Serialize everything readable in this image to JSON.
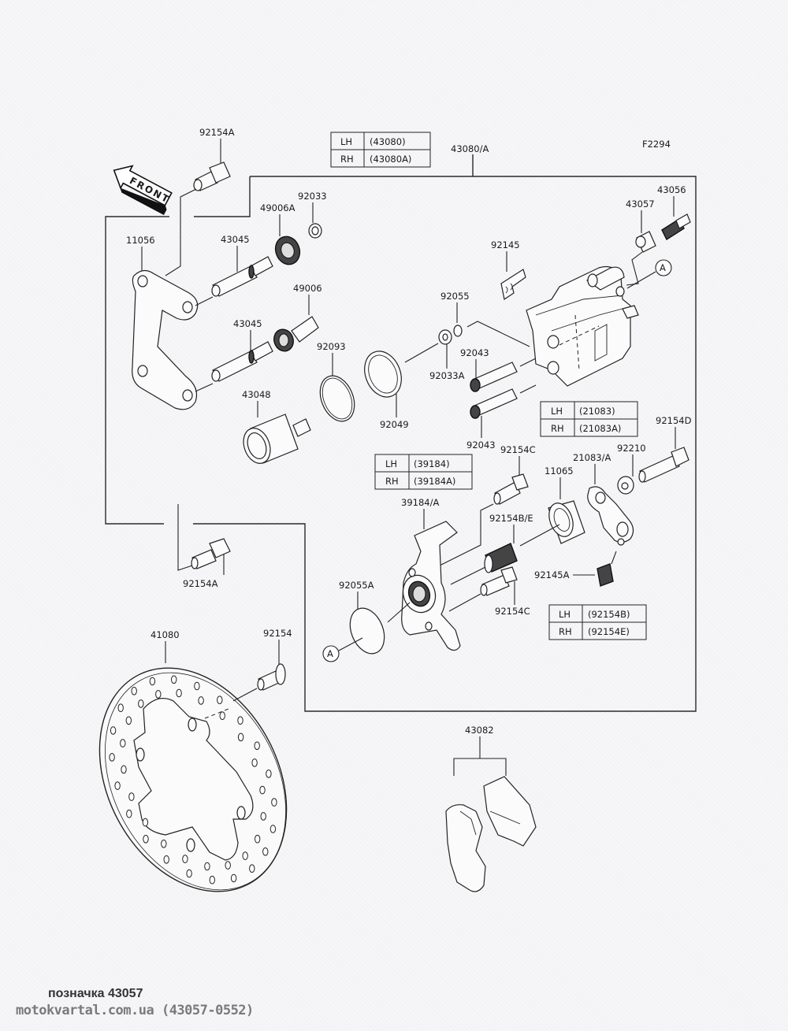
{
  "figure_code": "F2294",
  "front_arrow_label": "FRONT",
  "assembly_label": "43080/A",
  "ref_marker": "A",
  "tables": {
    "caliper": {
      "rows": [
        {
          "side": "LH",
          "part": "(43080)"
        },
        {
          "side": "RH",
          "part": "(43080A)"
        }
      ]
    },
    "bracket": {
      "rows": [
        {
          "side": "LH",
          "part": "(21083)"
        },
        {
          "side": "RH",
          "part": "(21083A)"
        }
      ]
    },
    "lever": {
      "rows": [
        {
          "side": "LH",
          "part": "(39184)"
        },
        {
          "side": "RH",
          "part": "(39184A)"
        }
      ]
    },
    "bolt": {
      "rows": [
        {
          "side": "LH",
          "part": "(92154B)"
        },
        {
          "side": "RH",
          "part": "(92154E)"
        }
      ]
    }
  },
  "parts": {
    "bolt_top": "92154A",
    "bolt_bottom": "92154A",
    "holder": "11056",
    "pin_upper": "43045",
    "pin_lower": "43045",
    "boot_a": "49006A",
    "boot": "49006",
    "cap": "92033",
    "piston": "43048",
    "seal": "92093",
    "dust_seal": "92049",
    "oring": "92055",
    "washer": "92033A",
    "pad_pin_upper": "92043",
    "pad_pin_lower": "92043",
    "spring_plate": "92145",
    "bleeder_cap": "43057",
    "bleeder_valve": "43056",
    "bracket": "21083/A",
    "collar": "92210",
    "bolt_d": "92154D",
    "bolt_c_top": "92154C",
    "bolt_c_bottom": "92154C",
    "cup": "11065",
    "adjuster": "92154B/E",
    "spring": "92145A",
    "lever": "39184/A",
    "oring_a": "92055A",
    "disc": "41080",
    "disc_bolt": "92154",
    "pads": "43082"
  },
  "footer": {
    "note": "позначка 43057",
    "source": "motokvartal.com.ua (43057-0552)"
  }
}
